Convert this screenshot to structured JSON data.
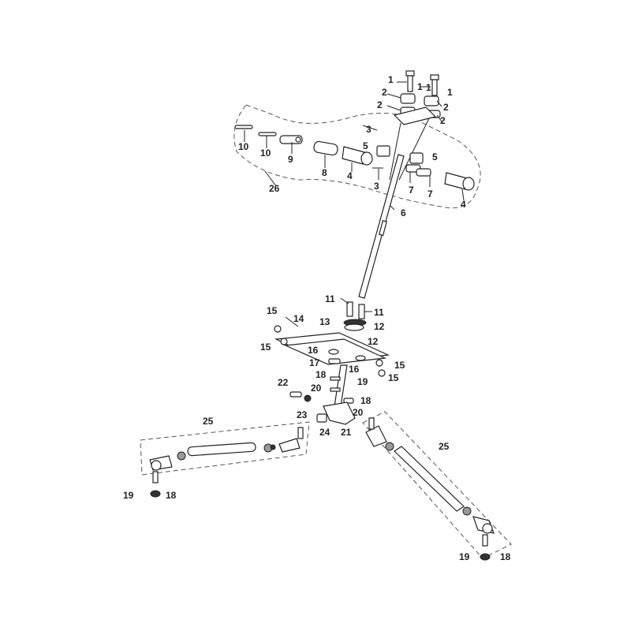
{
  "colors": {
    "ink": "#222222",
    "paper": "#ffffff",
    "dash": "#555555"
  },
  "labels": {
    "l1a": "1",
    "l1b": "1",
    "l1c": "1",
    "l1d": "1",
    "l2a": "2",
    "l2b": "2",
    "l2c": "2",
    "l2d": "2",
    "l3a": "3",
    "l3b": "3",
    "l4a": "4",
    "l4b": "4",
    "l5a": "5",
    "l5b": "5",
    "l6": "6",
    "l7a": "7",
    "l7b": "7",
    "l8": "8",
    "l9": "9",
    "l10a": "10",
    "l10b": "10",
    "l11a": "11",
    "l11b": "11",
    "l12a": "12",
    "l12b": "12",
    "l13": "13",
    "l14": "14",
    "l15a": "15",
    "l15b": "15",
    "l15c": "15",
    "l15d": "15",
    "l16a": "16",
    "l16b": "16",
    "l17": "17",
    "l18a": "18",
    "l18b": "18",
    "l18c": "18",
    "l18d": "18",
    "l19a": "19",
    "l19b": "19",
    "l19c": "19",
    "l20a": "20",
    "l20b": "20",
    "l21": "21",
    "l22": "22",
    "l23": "23",
    "l24": "24",
    "l25a": "25",
    "l25b": "25",
    "l26": "26"
  }
}
